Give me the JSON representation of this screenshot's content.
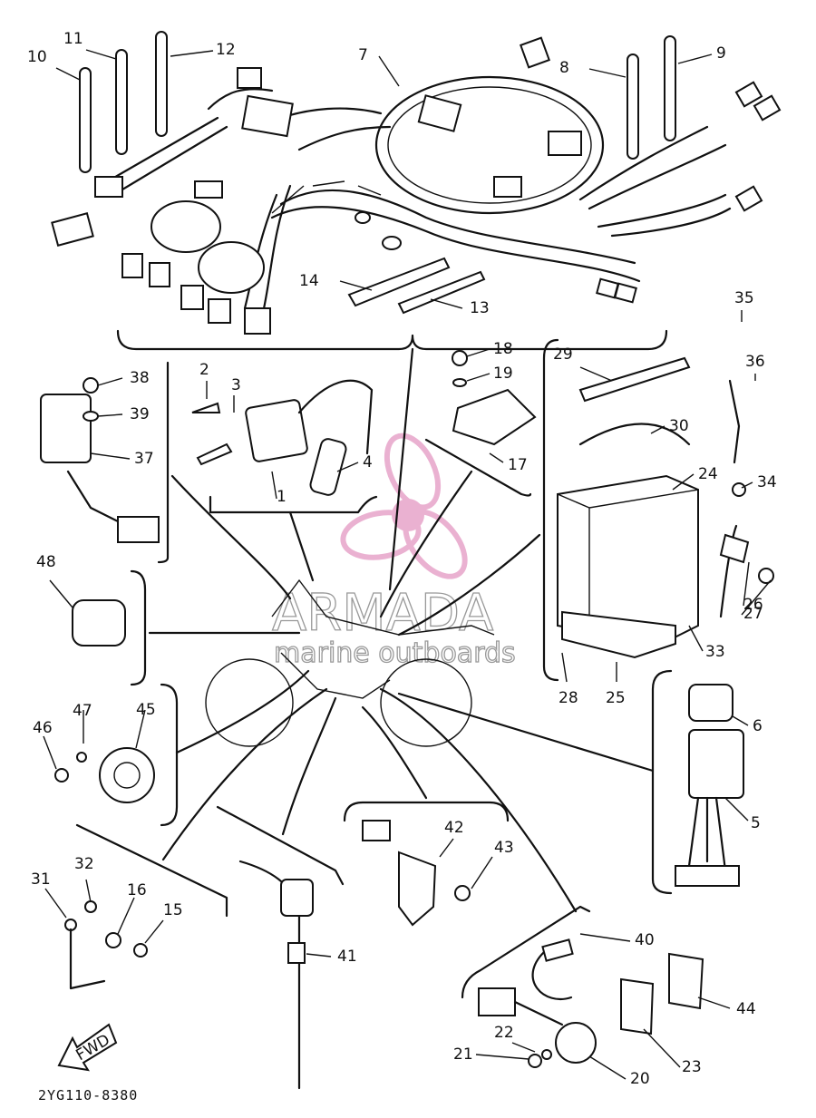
{
  "diagram_code": "2YG110-8380",
  "fwd_label": "FWD",
  "watermark": {
    "brand": "ARMADA",
    "tagline": "marine outboards",
    "logo_color": "#e7a4c9"
  },
  "callouts": [
    "10",
    "11",
    "12",
    "7",
    "8",
    "9",
    "14",
    "13",
    "2",
    "3",
    "4",
    "18",
    "19",
    "17",
    "29",
    "35",
    "36",
    "30",
    "38",
    "39",
    "37",
    "24",
    "34",
    "48",
    "26",
    "27",
    "33",
    "28",
    "25",
    "6",
    "47",
    "45",
    "46",
    "5",
    "42",
    "43",
    "32",
    "31",
    "16",
    "15",
    "41",
    "40",
    "44",
    "22",
    "21",
    "20",
    "23",
    "1"
  ]
}
